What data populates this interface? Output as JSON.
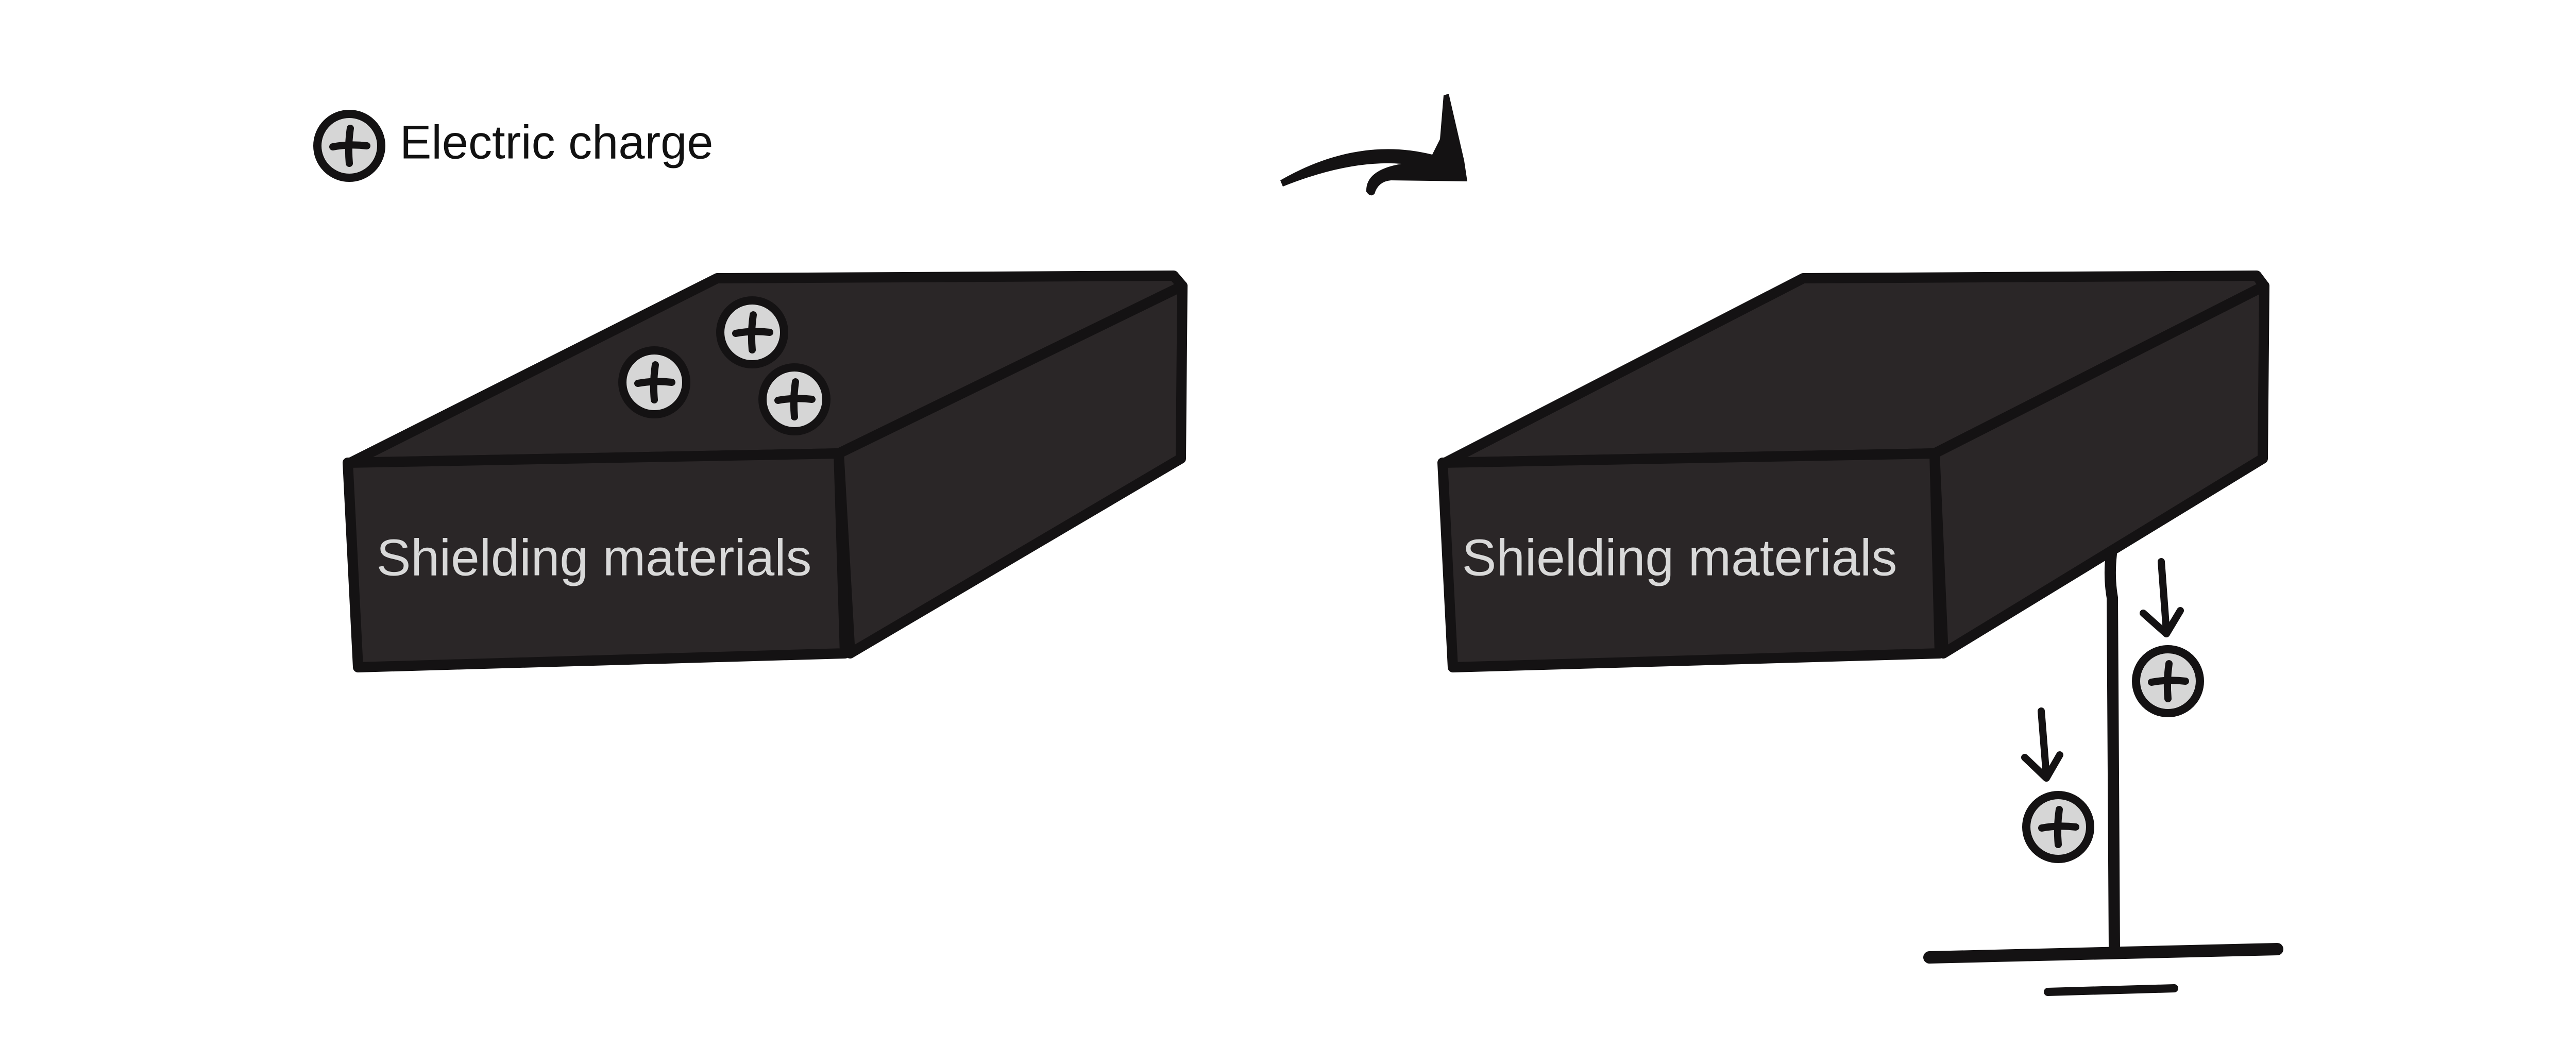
{
  "legend": {
    "label": "Electric charge",
    "symbol": "+"
  },
  "box_left": {
    "label": "Shielding materials"
  },
  "box_right": {
    "label": "Shielding materials"
  },
  "colors": {
    "box_fill": "#2a2627",
    "outline": "#141213",
    "charge_fill": "#d6d6d6",
    "label_text": "#d9d9d9",
    "background": "#ffffff"
  },
  "icons": [
    "transition-arrow-icon",
    "down-arrow-icon",
    "ground-symbol-icon",
    "charge-icon"
  ]
}
